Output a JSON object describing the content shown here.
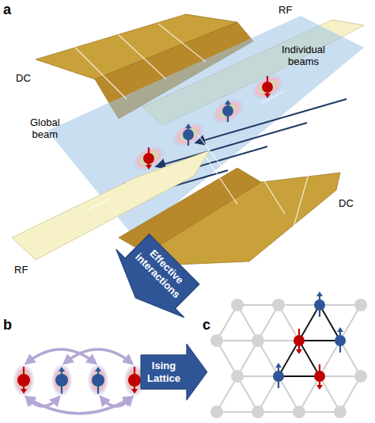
{
  "diagram": {
    "nodes": [
      {
        "text": [
          "Effective interactions"
        ]
      },
      {
        "text": [
          "Ising Lattice"
        ]
      }
    ],
    "labels": [
      "a",
      "RF",
      "DC",
      "Individual beams",
      "Global beam",
      "DC",
      "RF",
      "b",
      "c"
    ]
  }
}
